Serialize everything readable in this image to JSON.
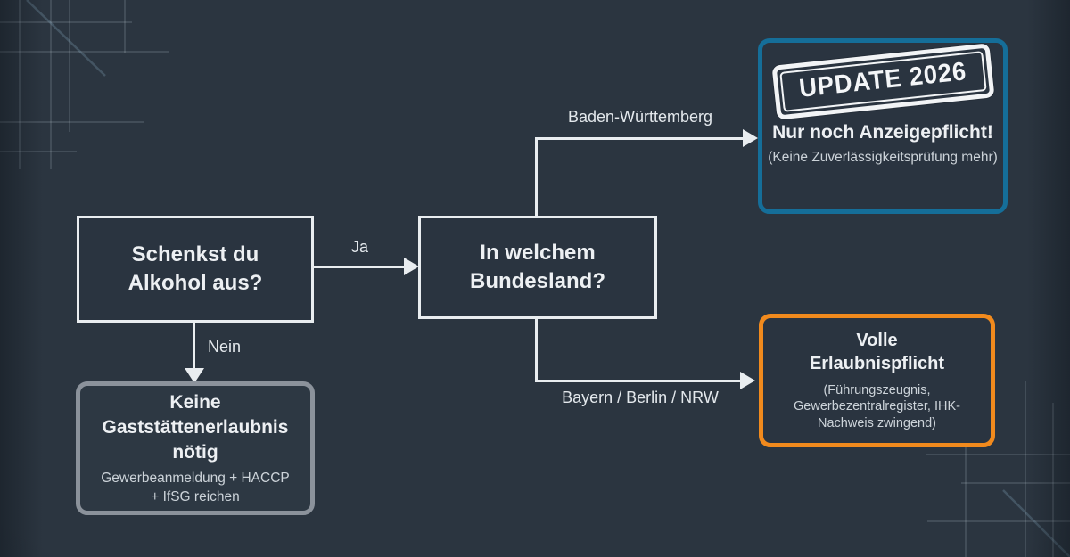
{
  "palette": {
    "background": "#2b3540",
    "line": "#e9edf0",
    "accent_blue": "#156e99",
    "accent_orange": "#f18a1d",
    "border_gray": "#8b929b"
  },
  "nodes": {
    "start": {
      "label": "Schenkst du\nAlkohol aus?"
    },
    "bundesland": {
      "label": "In welchem\nBundesland?"
    },
    "no_permit": {
      "title": "Keine\nGaststättenerlaubnis\nnötig",
      "subtitle": "Gewerbeanmeldung + HACCP\n+ IfSG reichen"
    },
    "bw_update": {
      "stamp": "UPDATE 2026",
      "title": "Nur noch Anzeigepflicht!",
      "subtitle": "(Keine Zuverlässigkeitsprüfung mehr)"
    },
    "full_permit": {
      "title": "Volle\nErlaubnispflicht",
      "subtitle": "(Führungszeugnis,\nGewerbezentralregister, IHK-\nNachweis zwingend)"
    }
  },
  "edges": {
    "ja": "Ja",
    "nein": "Nein",
    "baden_wuerttemberg": "Baden-Württemberg",
    "bayern_berlin_nrw": "Bayern / Berlin / NRW"
  }
}
